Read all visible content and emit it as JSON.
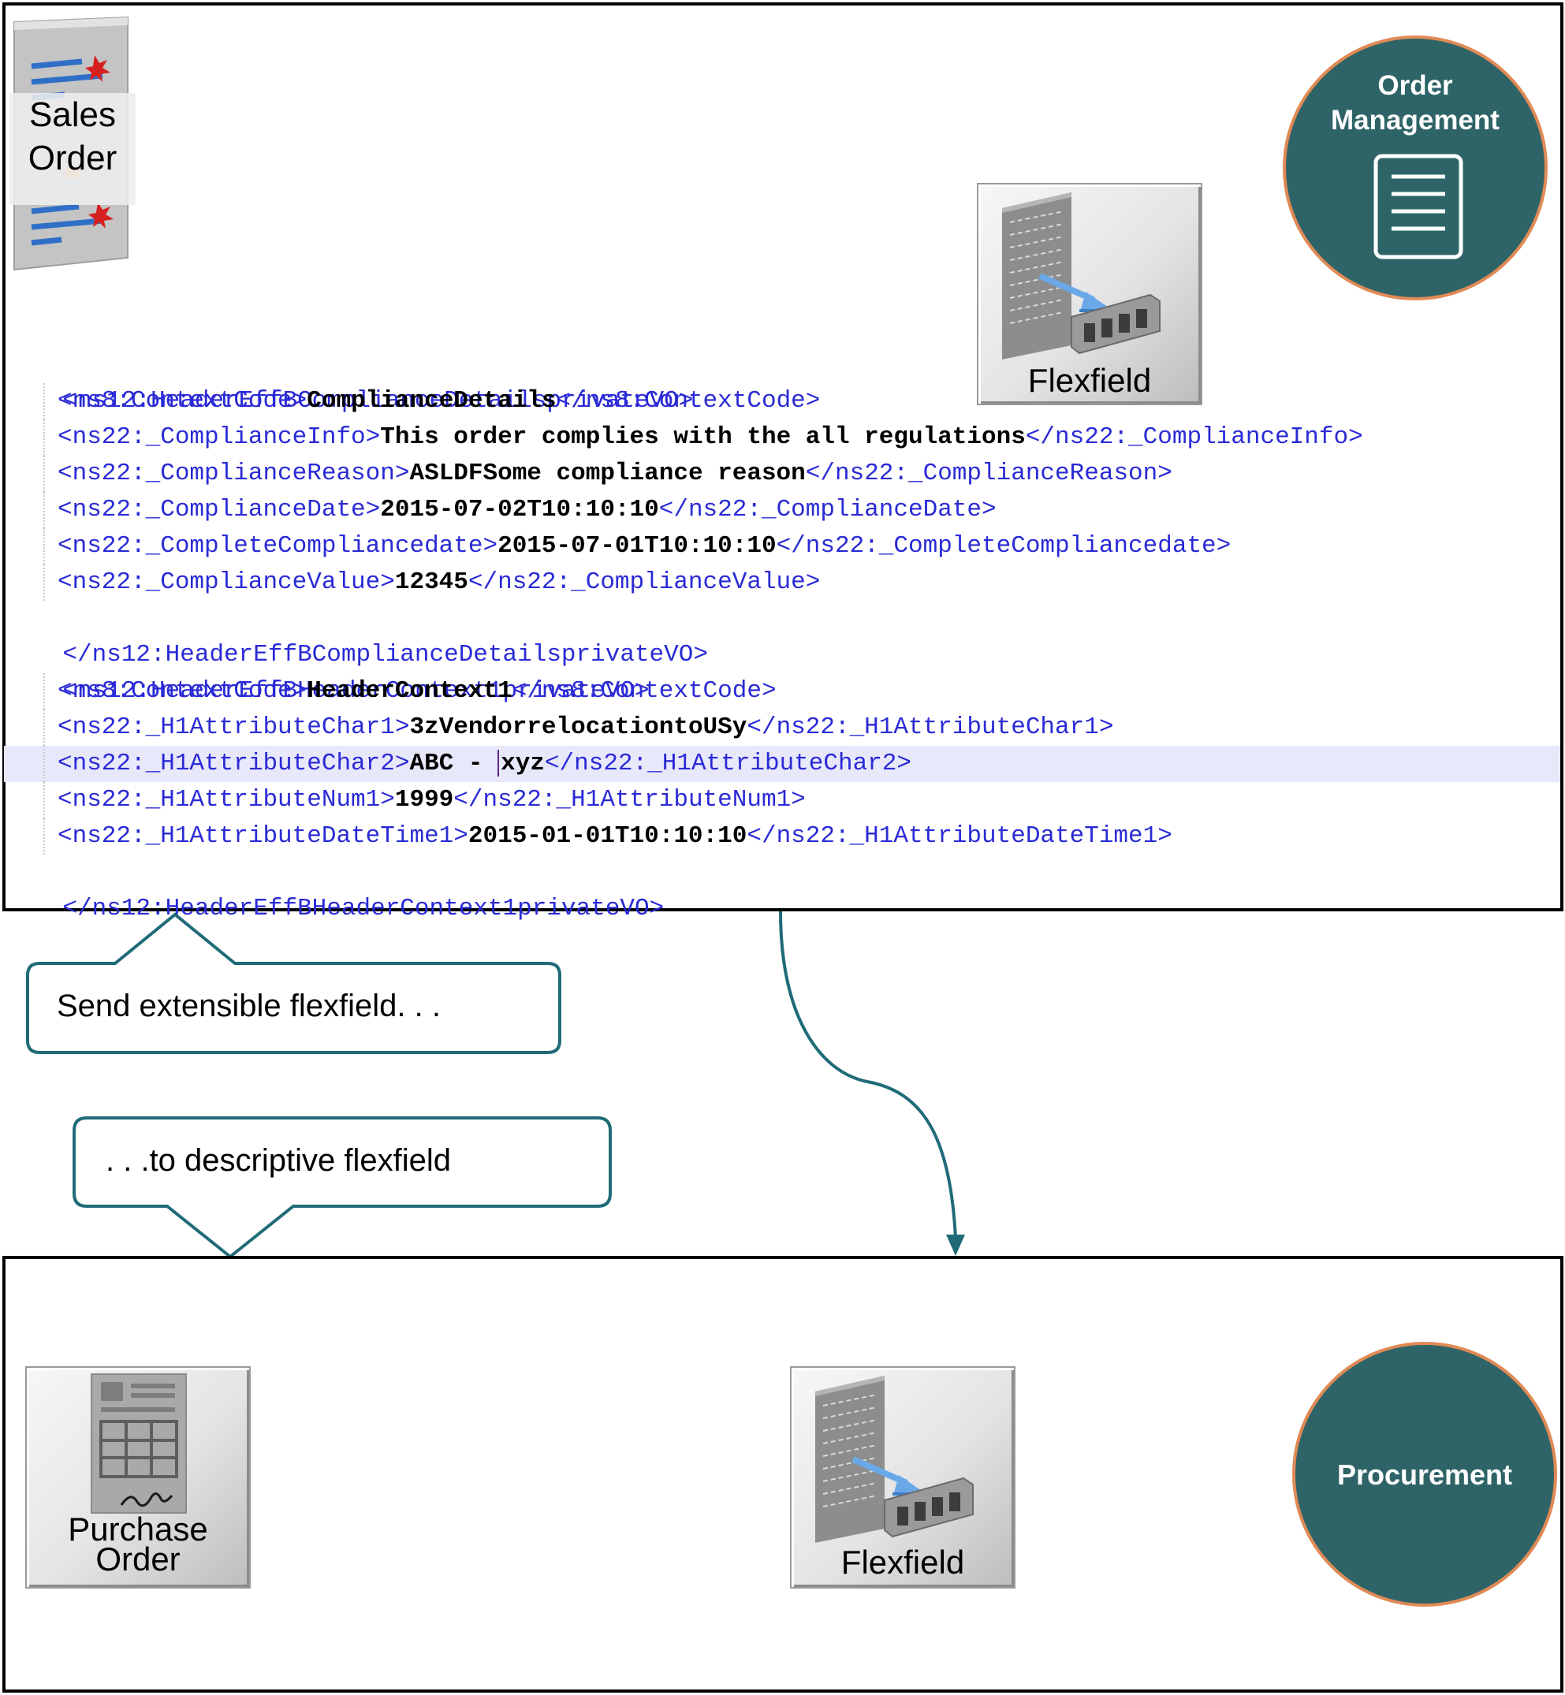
{
  "order_management": {
    "title": "Order Management",
    "icon": "document-lines-icon"
  },
  "sales_order": {
    "label": "Sales Order",
    "icon": "sales-order-document-icon"
  },
  "flexfield_top": {
    "label": "Flexfield",
    "icon": "flexfield-icon"
  },
  "code": {
    "l1": {
      "tag": "<ns12:HeaderEffBComplianceDetailsprivateVO>"
    },
    "l2": {
      "open": "<ns8:ContextCode>",
      "value": "ComplianceDetails",
      "close": "</ns8:ContextCode>"
    },
    "l3": {
      "open": "<ns22:_ComplianceInfo>",
      "value": "This order complies with the all regulations",
      "close": "</ns22:_ComplianceInfo>"
    },
    "l4": {
      "open": "<ns22:_ComplianceReason>",
      "value": "ASLDFSome compliance reason",
      "close": "</ns22:_ComplianceReason>"
    },
    "l5": {
      "open": "<ns22:_ComplianceDate>",
      "value": "2015-07-02T10:10:10",
      "close": "</ns22:_ComplianceDate>"
    },
    "l6": {
      "open": "<ns22:_CompleteCompliancedate>",
      "value": "2015-07-01T10:10:10",
      "close": "</ns22:_CompleteCompliancedate>"
    },
    "l7": {
      "open": "<ns22:_ComplianceValue>",
      "value": "12345",
      "close": "</ns22:_ComplianceValue>"
    },
    "l8": {
      "tag": "</ns12:HeaderEffBComplianceDetailsprivateVO>"
    },
    "l9": {
      "tag": "<ns12:HeaderEffBHeaderContext1privateVO>"
    },
    "l10": {
      "open": "<ns8:ContextCode>",
      "value": "HeaderContext1",
      "close": "</ns8:ContextCode>"
    },
    "l11": {
      "open": "<ns22:_H1AttributeChar1>",
      "value": "3zVendorrelocationtoUSy",
      "close": "</ns22:_H1AttributeChar1>"
    },
    "l12": {
      "open": "<ns22:_H1AttributeChar2>",
      "value_before": "ABC - ",
      "value_after": "xyz",
      "close": "</ns22:_H1AttributeChar2>"
    },
    "l13": {
      "open": "<ns22:_H1AttributeNum1>",
      "value": "1999",
      "close": "</ns22:_H1AttributeNum1>"
    },
    "l14": {
      "open": "<ns22:_H1AttributeDateTime1>",
      "value": "2015-01-01T10:10:10",
      "close": "</ns22:_H1AttributeDateTime1>"
    },
    "l15": {
      "tag": "</ns12:HeaderEffBHeaderContext1privateVO>"
    }
  },
  "callouts": {
    "send": "Send extensible flexfield. . .",
    "to": ". . .to descriptive flexfield"
  },
  "purchase_order": {
    "label_line1": "Purchase",
    "label_line2": "Order",
    "icon": "purchase-order-document-icon"
  },
  "flexfield_bottom": {
    "label": "Flexfield",
    "icon": "flexfield-icon"
  },
  "procurement": {
    "title": "Procurement"
  },
  "colors": {
    "circle_fill": "#2e6467",
    "circle_border": "#e08a55",
    "connector": "#1f6b78",
    "xml_tag": "#2a2ad6"
  }
}
